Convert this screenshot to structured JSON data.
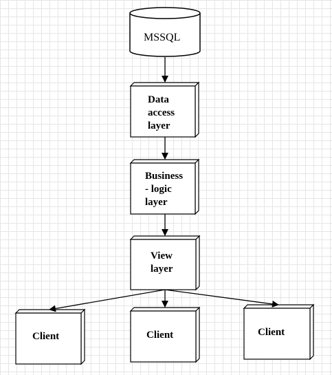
{
  "diagram": {
    "database": {
      "label": "MSSQL"
    },
    "layers": [
      {
        "line1": "Data",
        "line2": "access",
        "line3": "layer"
      },
      {
        "line1": "Business",
        "line2": "- logic",
        "line3": "layer"
      },
      {
        "line1": "View",
        "line2": "layer"
      }
    ],
    "clients": [
      {
        "label": "Client"
      },
      {
        "label": "Client"
      },
      {
        "label": "Client"
      }
    ]
  }
}
